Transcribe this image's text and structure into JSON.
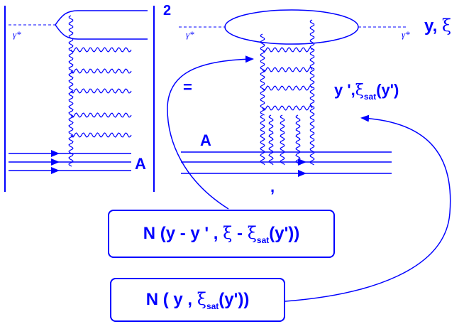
{
  "diagram": {
    "square_exponent": "2",
    "photon_label": "γ*",
    "nucleus_label": "A",
    "right_label_y": "y",
    "right_label_sep": ",",
    "right_label_xi": "ξ",
    "equals": "=",
    "mid_label_y": "y '",
    "mid_label_sep": ",",
    "mid_label_xi": "ξ",
    "mid_label_sub": "sat",
    "mid_label_arg": "(y')",
    "comma_mark": ",",
    "box_upper": {
      "n": "N",
      "open": "(y - y ' ,",
      "xi": "ξ",
      "minus": "-",
      "xi2": "ξ",
      "sub": "sat",
      "tail": "(y'))"
    },
    "box_lower": {
      "n": "N",
      "open": "( y ,",
      "xi": "ξ",
      "sub": "sat",
      "tail": "(y'))"
    },
    "color": "#0000ff"
  }
}
